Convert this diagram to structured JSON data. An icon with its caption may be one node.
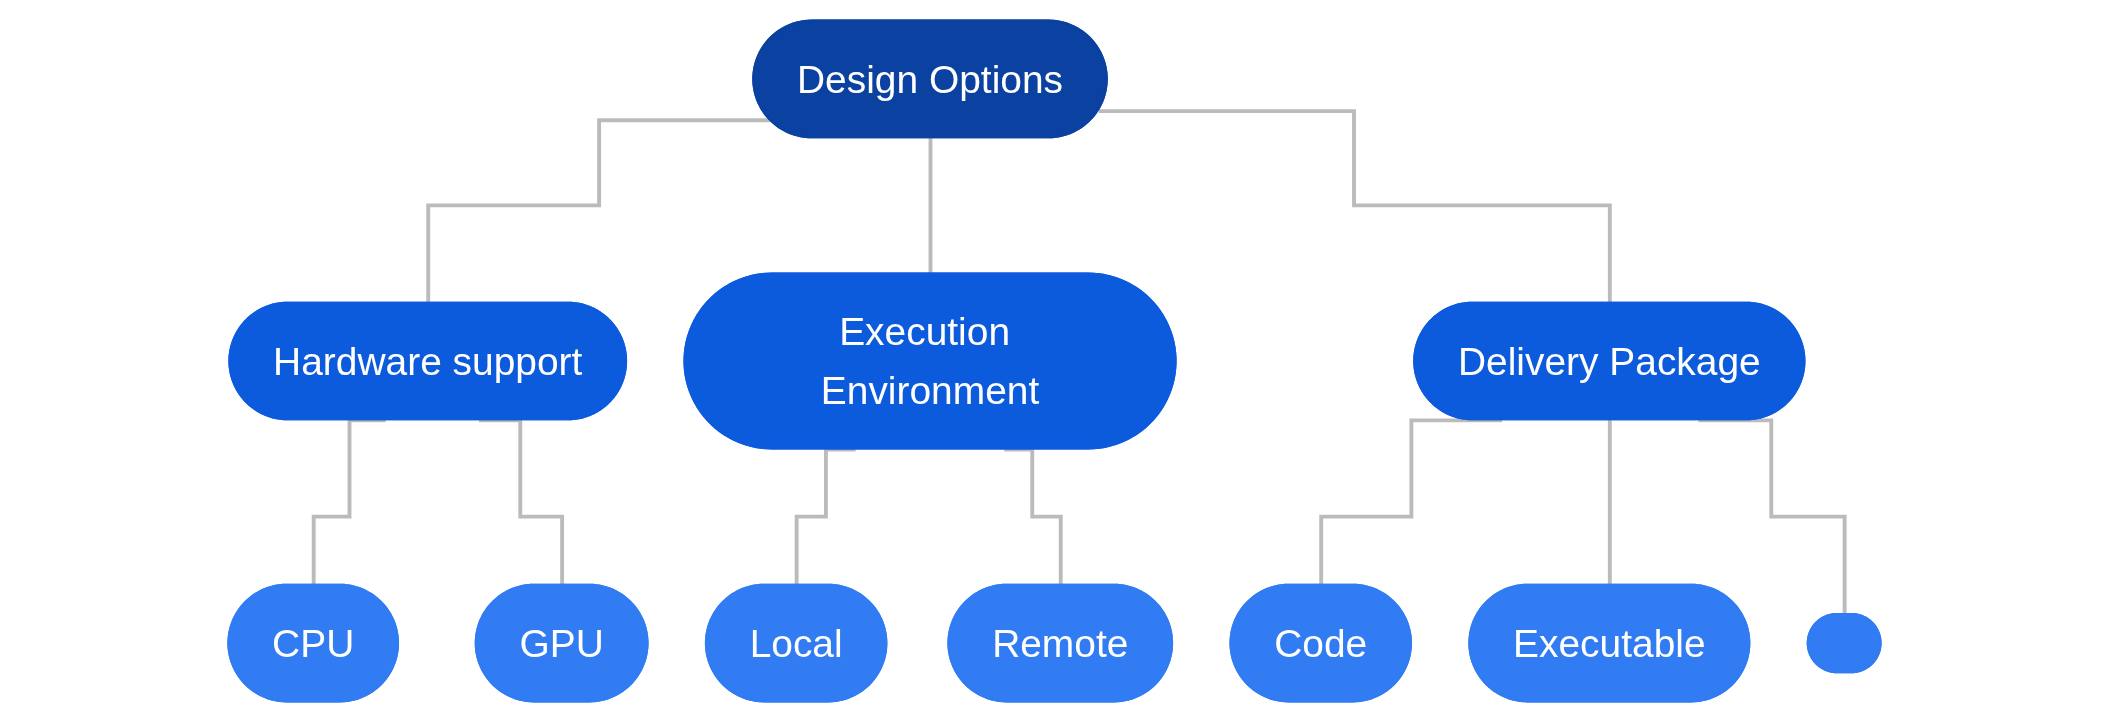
{
  "diagram": {
    "nodes": [
      {
        "text": [
          "Design Options"
        ]
      },
      {
        "text": [
          "Hardware support"
        ]
      },
      {
        "text": [
          "Execution Environment"
        ]
      },
      {
        "text": [
          "Delivery Package"
        ]
      },
      {
        "text": [
          "CPU"
        ]
      },
      {
        "text": [
          "GPU"
        ]
      },
      {
        "text": [
          "Local"
        ]
      },
      {
        "text": [
          "Remote"
        ]
      },
      {
        "text": [
          "Code"
        ]
      },
      {
        "text": [
          "Executable"
        ]
      },
      {
        "text": [],
        "shape": "pill"
      }
    ],
    "edges": [
      {
        "from": 0,
        "to": 1,
        "arrow": "none"
      },
      {
        "from": 0,
        "to": 2,
        "arrow": "none"
      },
      {
        "from": 0,
        "to": 3,
        "arrow": "none"
      },
      {
        "from": 1,
        "to": 4,
        "arrow": "none"
      },
      {
        "from": 1,
        "to": 5,
        "arrow": "none"
      },
      {
        "from": 2,
        "to": 6,
        "arrow": "none"
      },
      {
        "from": 2,
        "to": 7,
        "arrow": "none"
      },
      {
        "from": 3,
        "to": 8,
        "arrow": "none"
      },
      {
        "from": 3,
        "to": 9,
        "arrow": "none"
      },
      {
        "from": 3,
        "to": 10,
        "arrow": "none"
      }
    ]
  }
}
